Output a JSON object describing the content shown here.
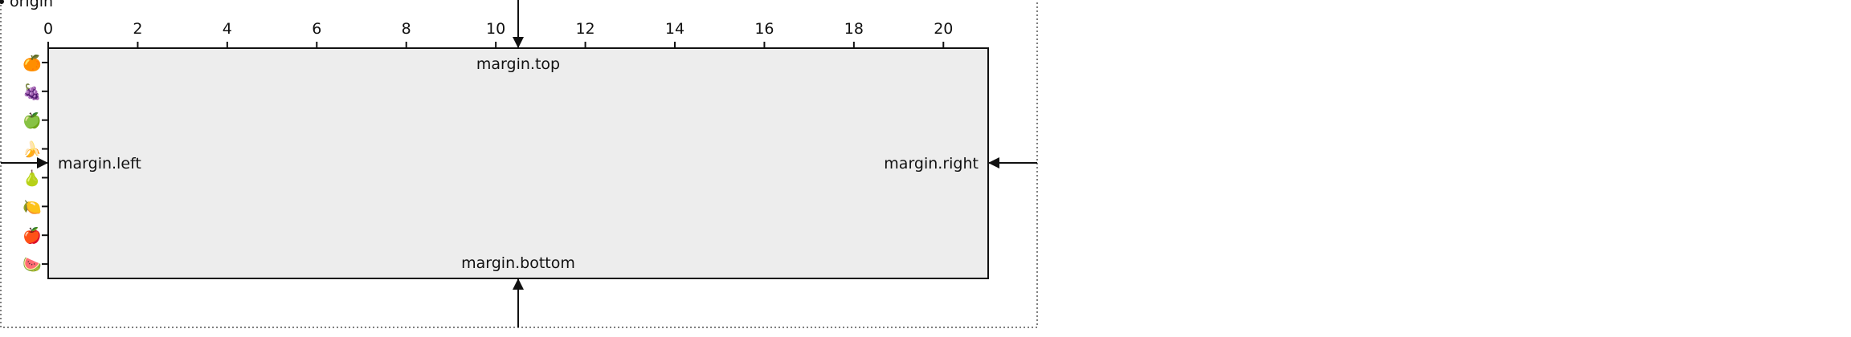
{
  "origin_label": "origin",
  "margin_labels": {
    "top": "margin.top",
    "right": "margin.right",
    "bottom": "margin.bottom",
    "left": "margin.left"
  },
  "x_axis": {
    "min": 0,
    "max": 21,
    "ticks": [
      "0",
      "2",
      "4",
      "6",
      "8",
      "10",
      "12",
      "14",
      "16",
      "18",
      "20"
    ]
  },
  "y_axis": {
    "icons": [
      {
        "name": "orange-icon",
        "glyph": "🍊"
      },
      {
        "name": "grapes-icon",
        "glyph": "🍇"
      },
      {
        "name": "green-apple-icon",
        "glyph": "🍏"
      },
      {
        "name": "banana-icon",
        "glyph": "🍌"
      },
      {
        "name": "pear-icon",
        "glyph": "🍐"
      },
      {
        "name": "lemon-icon",
        "glyph": "🍋"
      },
      {
        "name": "red-apple-icon",
        "glyph": "🍎"
      },
      {
        "name": "watermelon-icon",
        "glyph": "🍉"
      }
    ]
  },
  "colors": {
    "plot_fill": "#ededed",
    "stroke": "#111111",
    "dotted_border": "#555555"
  }
}
